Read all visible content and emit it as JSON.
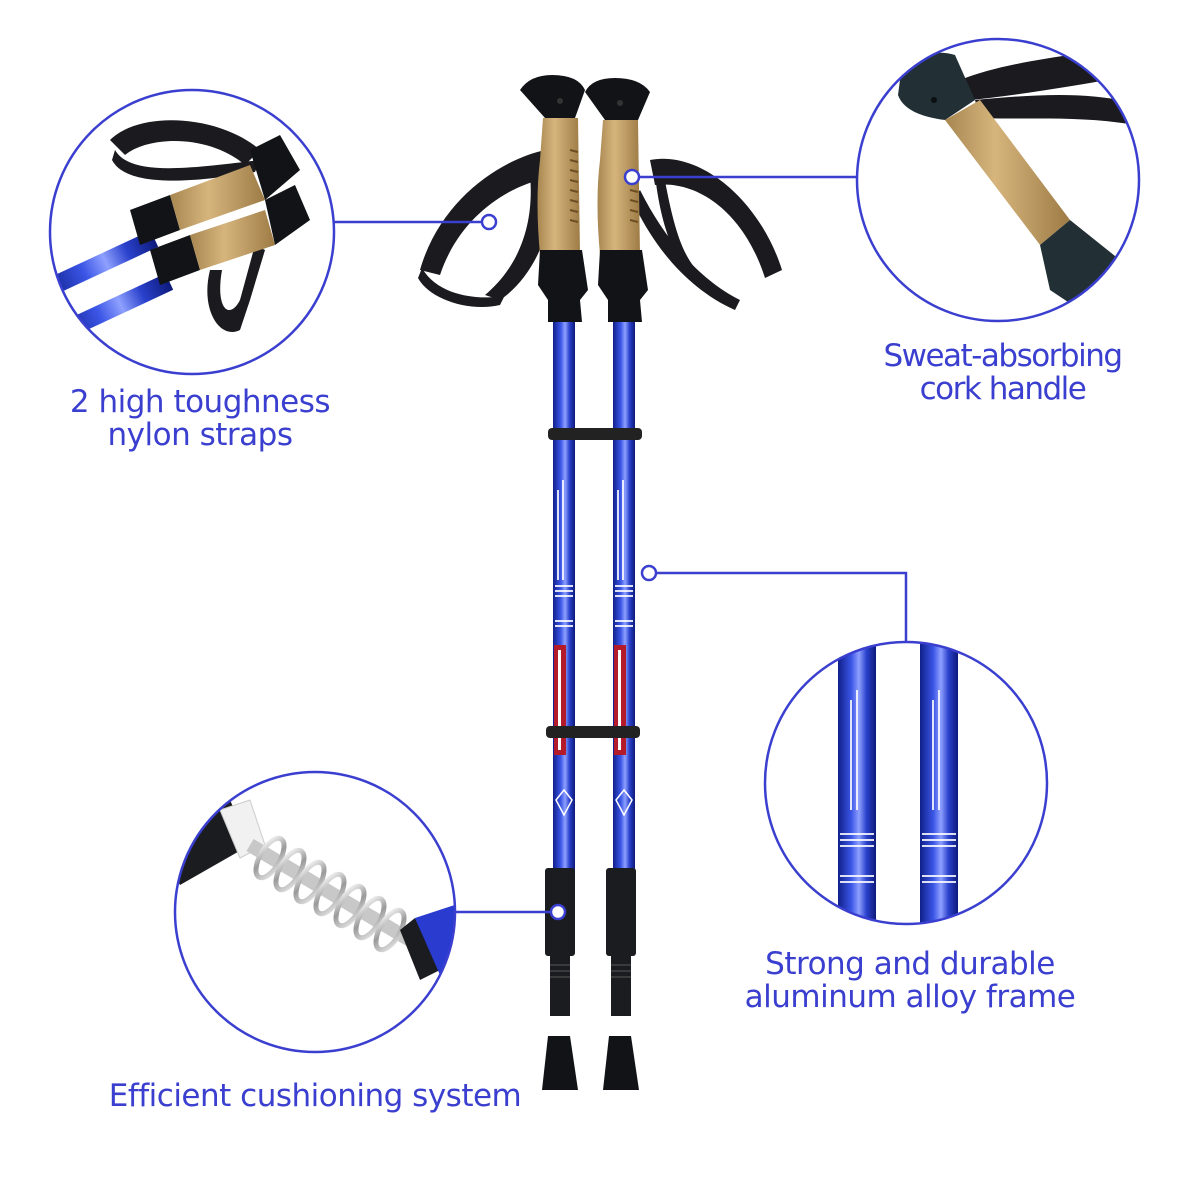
{
  "colors": {
    "accent": "#3a3fcf",
    "pole_blue": "#1e32b8",
    "cork": "#c9a46a",
    "rubber": "#111316",
    "strap": "#1a1a1f"
  },
  "callouts": [
    {
      "id": "straps",
      "icon": "strap-detail-circle",
      "lines": [
        "2 high toughness",
        "nylon straps"
      ]
    },
    {
      "id": "cork",
      "icon": "cork-handle-detail-circle",
      "lines": [
        "Sweat-absorbing",
        "cork handle"
      ]
    },
    {
      "id": "frame",
      "icon": "aluminum-shaft-detail-circle",
      "lines": [
        "Strong and durable",
        "aluminum alloy frame"
      ]
    },
    {
      "id": "cushion",
      "icon": "spring-detail-circle",
      "lines": [
        "Efficient cushioning system"
      ]
    }
  ]
}
